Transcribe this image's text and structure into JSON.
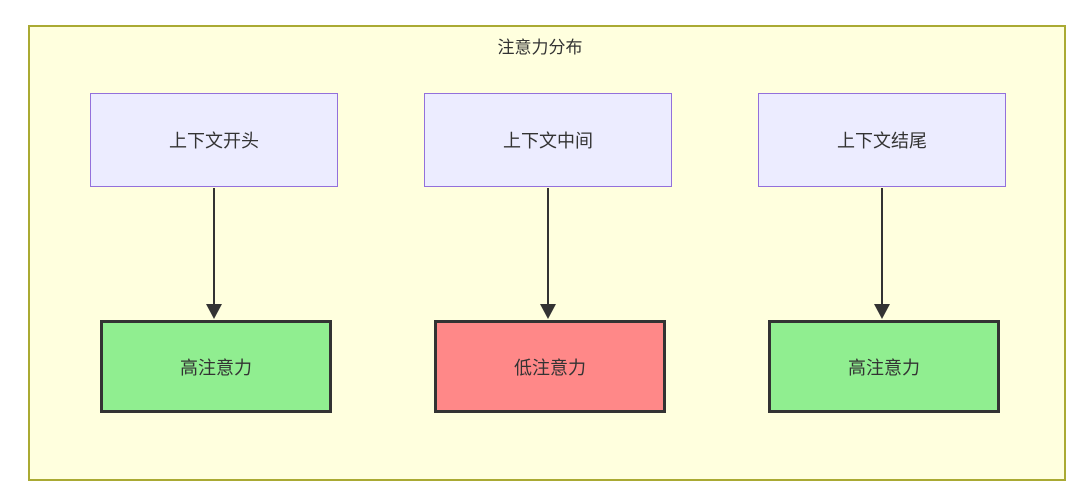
{
  "colors": {
    "page-bg": "#ffffff",
    "cluster-bg": "#ffffde",
    "cluster-border": "#aaaa33",
    "context-node-bg": "#ececff",
    "context-node-border": "#9370db",
    "high-attention-bg": "#90ee90",
    "low-attention-bg": "#ff8888",
    "attention-node-border": "#333333",
    "edge-color": "#333333",
    "text-color": "#333333"
  },
  "diagram": {
    "title": "注意力分布",
    "top_nodes": [
      {
        "label": "上下文开头"
      },
      {
        "label": "上下文中间"
      },
      {
        "label": "上下文结尾"
      }
    ],
    "bottom_nodes": [
      {
        "label": "高注意力",
        "level": "high"
      },
      {
        "label": "低注意力",
        "level": "low"
      },
      {
        "label": "高注意力",
        "level": "high"
      }
    ],
    "edges": [
      {
        "from": "上下文开头",
        "to": "高注意力"
      },
      {
        "from": "上下文中间",
        "to": "低注意力"
      },
      {
        "from": "上下文结尾",
        "to": "高注意力"
      }
    ]
  }
}
